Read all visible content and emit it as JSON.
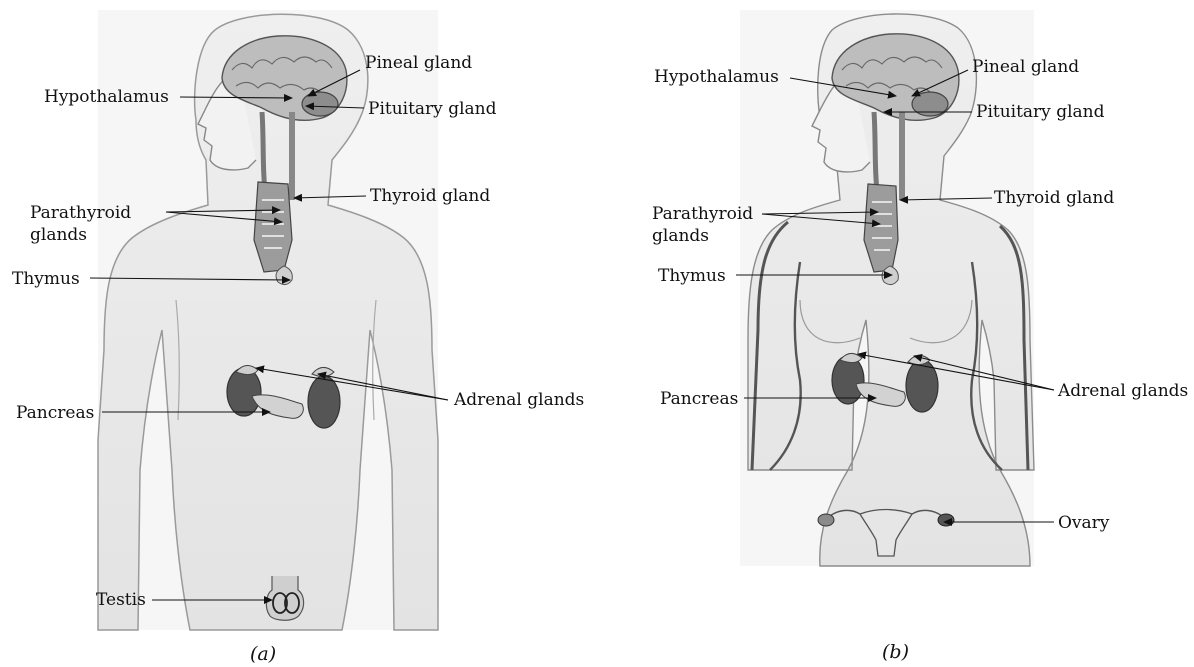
{
  "figures": [
    {
      "caption": "(a)",
      "labels": {
        "pineal": "Pineal gland",
        "hypothalamus": "Hypothalamus",
        "pituitary": "Pituitary gland",
        "thyroid": "Thyroid gland",
        "parathyroid_1": "Parathyroid",
        "parathyroid_2": "glands",
        "thymus": "Thymus",
        "adrenal": "Adrenal glands",
        "pancreas": "Pancreas",
        "testis": "Testis"
      }
    },
    {
      "caption": "(b)",
      "labels": {
        "pineal": "Pineal gland",
        "hypothalamus": "Hypothalamus",
        "pituitary": "Pituitary gland",
        "thyroid": "Thyroid gland",
        "parathyroid_1": "Parathyroid",
        "parathyroid_2": "glands",
        "thymus": "Thymus",
        "adrenal": "Adrenal glands",
        "pancreas": "Pancreas",
        "ovary": "Ovary"
      }
    }
  ],
  "colors": {
    "skin": "#e9e9e9",
    "outline": "#8c8c8c",
    "brain": "#bdbdbd",
    "gland_dark": "#555555",
    "gland_light": "#cfcfcf",
    "leader": "#111111"
  }
}
